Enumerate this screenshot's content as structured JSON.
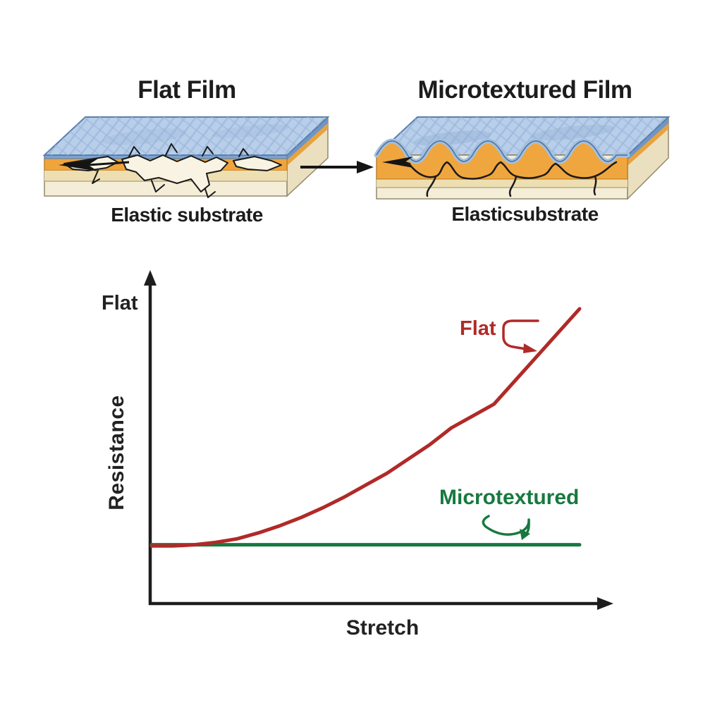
{
  "figure": {
    "panels": {
      "flat": {
        "title": "Flat Film",
        "caption": "Elastic substrate"
      },
      "microtextured": {
        "title": "Microtextured Film",
        "caption": "Elasticsubstrate"
      }
    },
    "icons": {
      "transition": "right-arrow-icon",
      "flat_slab_strain": "left-arrow-icon",
      "micro_slab_strain": "left-arrow-icon"
    },
    "colors": {
      "film_blue_top": "#b9cfe9",
      "film_blue_edge": "#6f96c6",
      "conductive_orange": "#efa43c",
      "substrate_tan": "#eedfb2",
      "substrate_cream": "#f4eed8",
      "outline_dark": "#1a1a1a"
    }
  },
  "chart_data": {
    "type": "line",
    "title": "",
    "xlabel": "Stretch",
    "ylabel": "Resistance",
    "extra_axis_label": "Flat",
    "x_range": [
      0,
      1
    ],
    "y_range": [
      0,
      1
    ],
    "grid": false,
    "ticks": "none (schematic arrow axes)",
    "legend": "inline annotations with curved arrows pointing at each curve",
    "series": [
      {
        "name": "Flat",
        "color": "#b02a28",
        "style": "convex rising curve",
        "x": [
          0,
          0.05,
          0.1,
          0.15,
          0.2,
          0.25,
          0.3,
          0.35,
          0.4,
          0.45,
          0.5,
          0.55,
          0.6,
          0.65,
          0.7,
          0.75,
          0.8,
          0.85,
          0.9,
          0.95,
          1
        ],
        "values": [
          0.005,
          0.005,
          0.01,
          0.02,
          0.035,
          0.06,
          0.09,
          0.125,
          0.165,
          0.21,
          0.26,
          0.31,
          0.37,
          0.43,
          0.5,
          0.55,
          0.6,
          0.7,
          0.8,
          0.9,
          1
        ]
      },
      {
        "name": "Microtextured",
        "color": "#17793f",
        "style": "constant flat line",
        "x": [
          0,
          1
        ],
        "values": [
          0.01,
          0.01
        ]
      }
    ]
  }
}
